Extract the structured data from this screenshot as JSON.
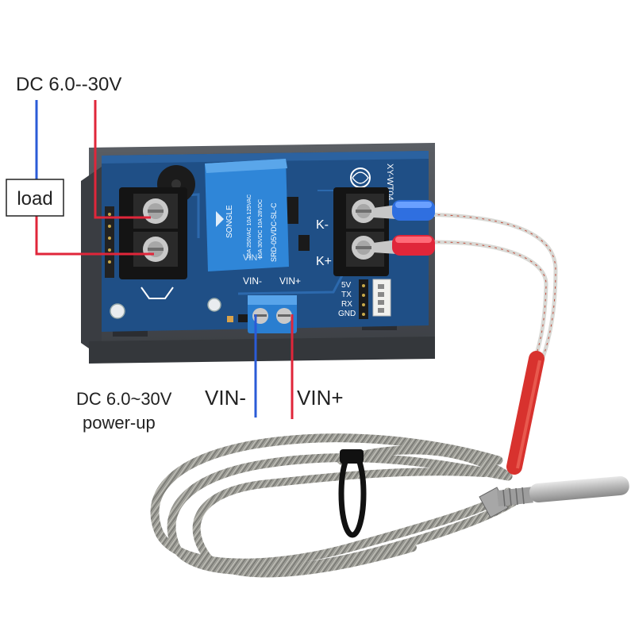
{
  "labels": {
    "supply_top": "DC 6.0--30V",
    "load": "load",
    "supply_bottom_line1": "DC 6.0~30V",
    "supply_bottom_line2": "power-up",
    "vin_minus": "VIN-",
    "vin_plus": "VIN+"
  },
  "pcb": {
    "model": "XY-WT04",
    "k_minus": "K-",
    "k_plus": "K+",
    "vin_minus": "VIN-",
    "vin_plus": "VIN+",
    "pins": [
      "5V",
      "TX",
      "RX",
      "GND"
    ]
  },
  "relay": {
    "brand": "SONGLE",
    "line1": "10A 250VAC 10A 125VAC",
    "line2": "10A 30VDC 10A 28VDC",
    "model": "SRD-05VDC-SL-C",
    "silkscreen": "VIN+"
  },
  "colors": {
    "wire_blue": "#2a5bd7",
    "wire_red": "#e0263a",
    "pcb": "#1f4f86",
    "case": "#4a4e54",
    "relay": "#2f86d8"
  }
}
